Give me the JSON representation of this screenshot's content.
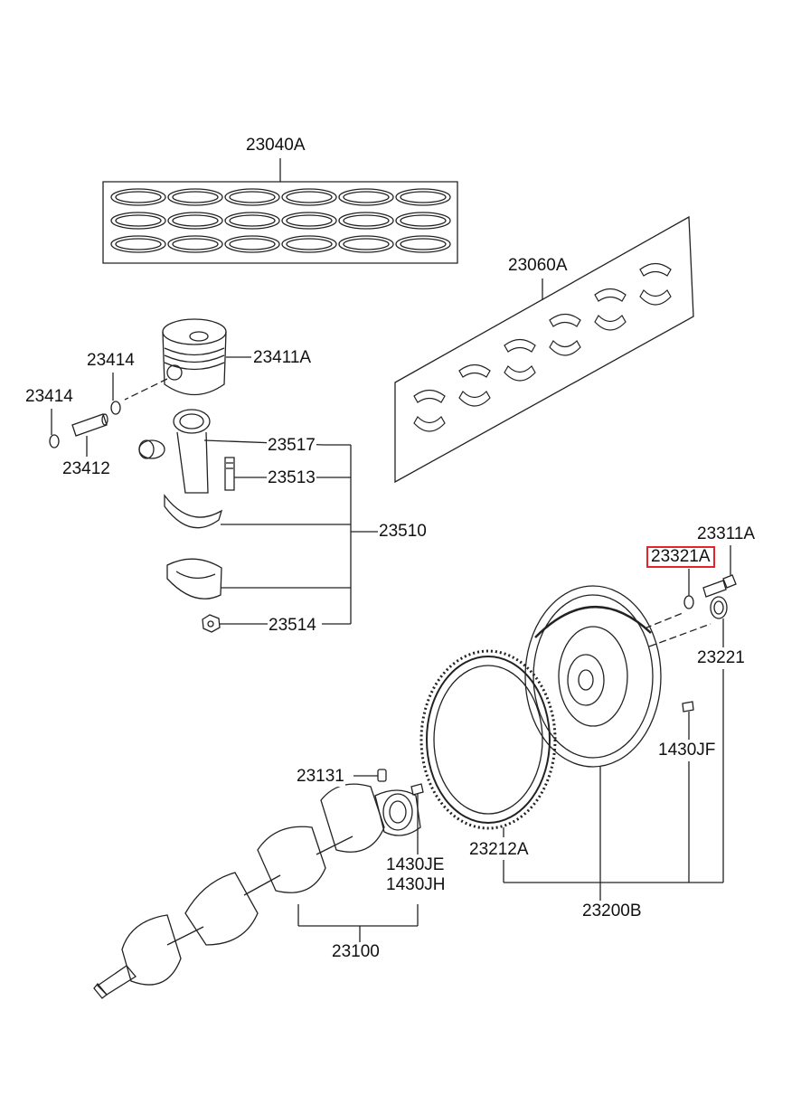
{
  "diagram": {
    "highlight_color": "#e0262b",
    "line_color": "#222222",
    "labels": {
      "pistonRingSet": "23040A",
      "bearingSet": "23060A",
      "pistonPinClip1": "23414",
      "pistonPinClip2": "23414",
      "piston": "23411A",
      "pistonPin": "23412",
      "conrodBushing": "23517",
      "conrodBolt": "23513",
      "conrodAssy": "23510",
      "conrodNut": "23514",
      "flywheelBolt": "23311A",
      "flywheelWasher": "23321A",
      "pilotBearing": "23221",
      "dowelPin": "1430JF",
      "flywheelAssy": "23200B",
      "ringGear": "23212A",
      "crankKey": "23131",
      "crankPin1": "1430JE",
      "crankPin2": "1430JH",
      "crankshaft": "23100"
    }
  }
}
